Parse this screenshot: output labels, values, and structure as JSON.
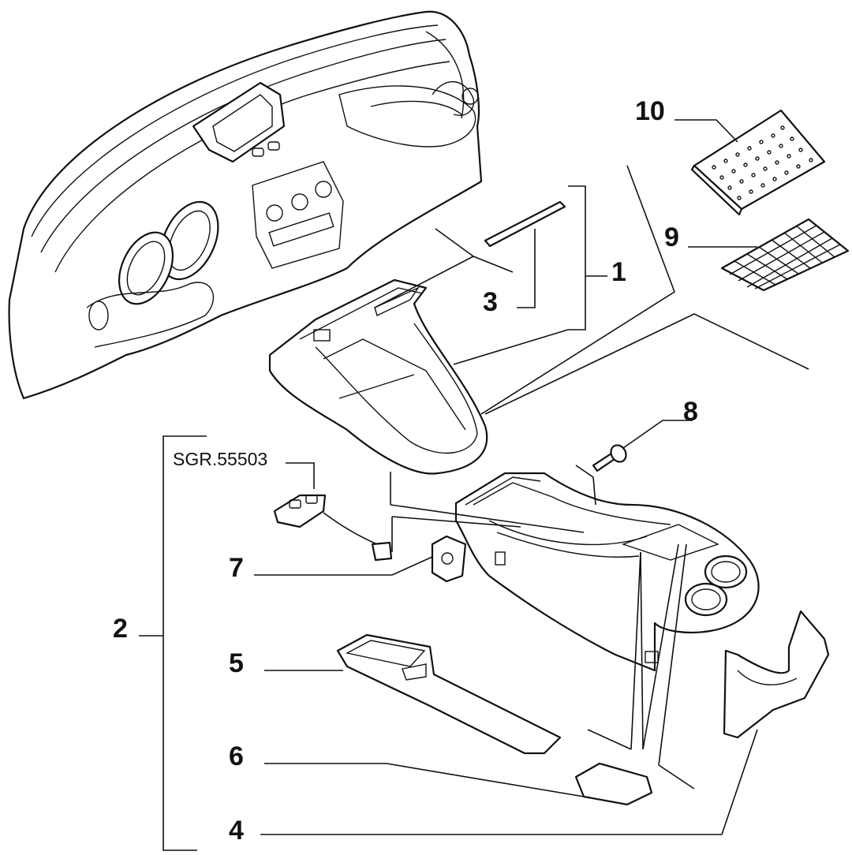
{
  "callouts": [
    {
      "id": "1",
      "text": "1"
    },
    {
      "id": "2",
      "text": "2"
    },
    {
      "id": "3",
      "text": "3"
    },
    {
      "id": "4",
      "text": "4"
    },
    {
      "id": "5",
      "text": "5"
    },
    {
      "id": "6",
      "text": "6"
    },
    {
      "id": "7",
      "text": "7"
    },
    {
      "id": "8",
      "text": "8"
    },
    {
      "id": "9",
      "text": "9"
    },
    {
      "id": "10",
      "text": "10"
    }
  ],
  "reference": "SGR.55503"
}
